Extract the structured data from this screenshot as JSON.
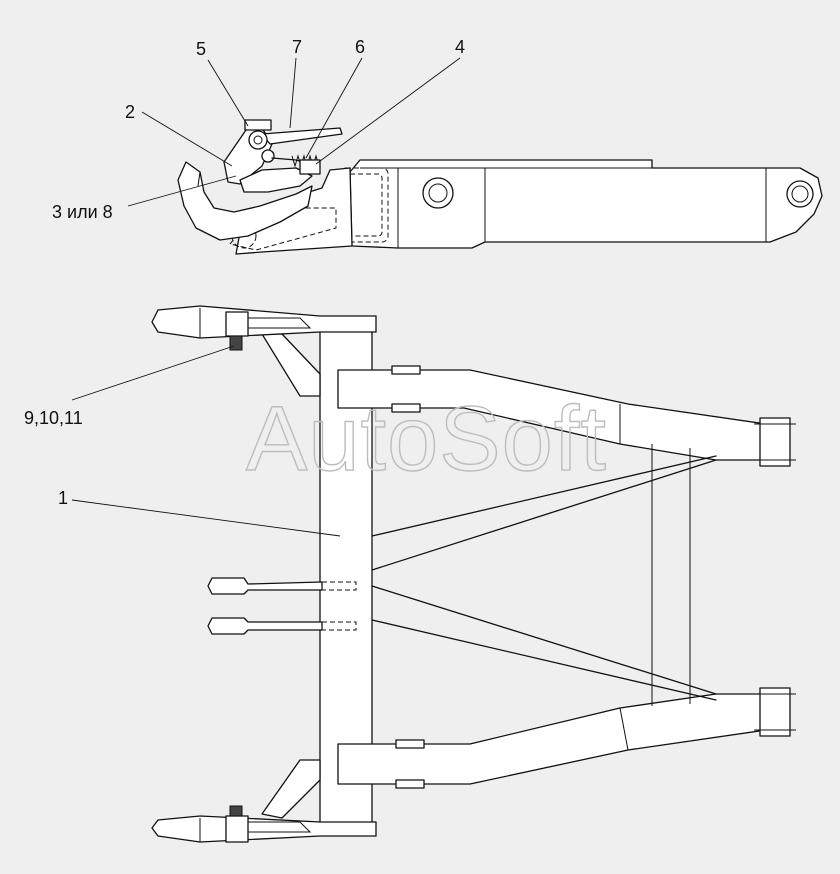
{
  "callouts": {
    "c5": "5",
    "c7": "7",
    "c6": "6",
    "c4": "4",
    "c2": "2",
    "c3or8": "3 или 8",
    "c9_10_11": "9,10,11",
    "c1": "1"
  },
  "watermark": "AutoSoft",
  "colors": {
    "background": "#efefef",
    "line": "#111111",
    "watermark": "#bdbdbd"
  }
}
